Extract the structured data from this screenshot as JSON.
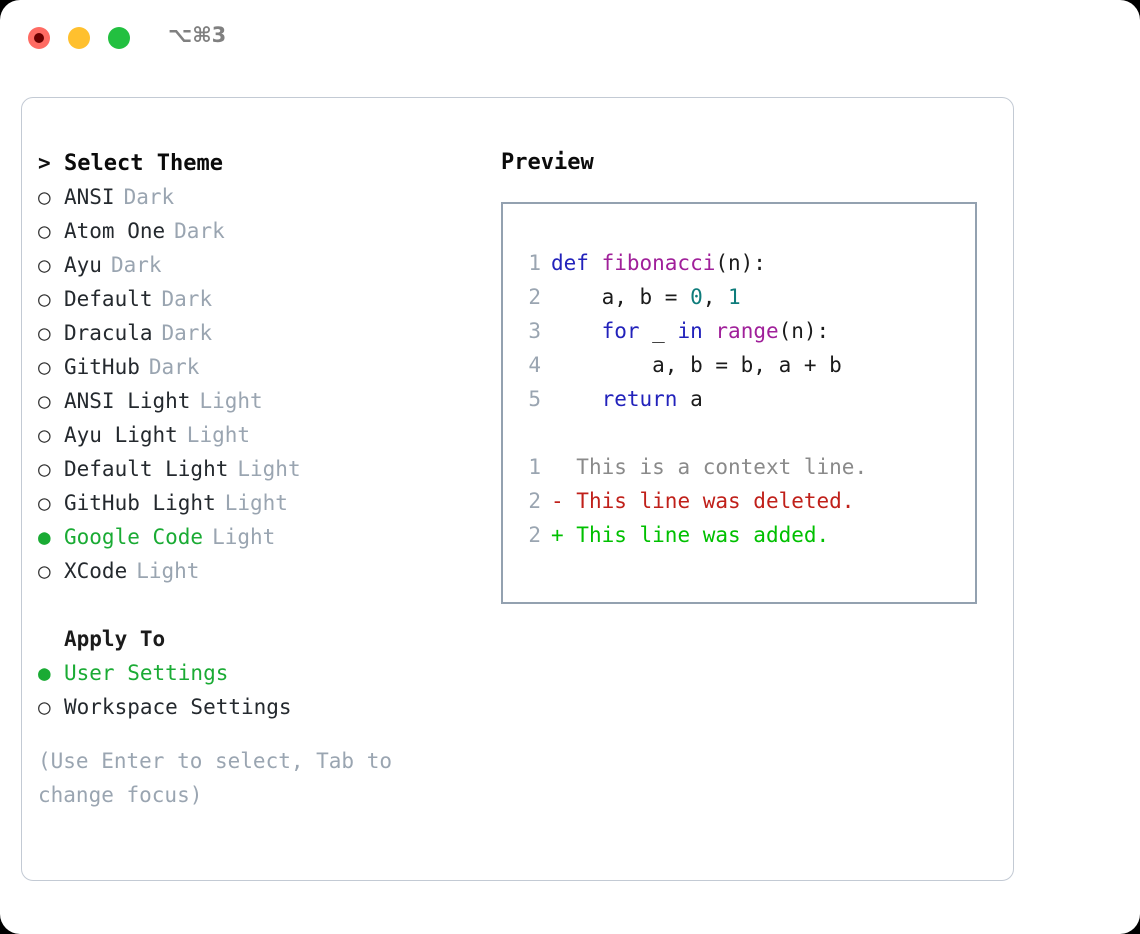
{
  "titlebar": {
    "shortcut": "⌥⌘3",
    "buttons": [
      {
        "name": "close",
        "color": "#ff6b63"
      },
      {
        "name": "minimize",
        "color": "#ffc02e"
      },
      {
        "name": "maximize",
        "color": "#22c040"
      }
    ]
  },
  "theme_picker": {
    "header_marker": ">",
    "header": "Select Theme",
    "marker_unselected": "○",
    "marker_selected": "●",
    "items": [
      {
        "marker": "○",
        "name": "ANSI",
        "variant": "Dark",
        "selected": false
      },
      {
        "marker": "○",
        "name": "Atom One",
        "variant": "Dark",
        "selected": false
      },
      {
        "marker": "○",
        "name": "Ayu",
        "variant": "Dark",
        "selected": false
      },
      {
        "marker": "○",
        "name": "Default",
        "variant": "Dark",
        "selected": false
      },
      {
        "marker": "○",
        "name": "Dracula",
        "variant": "Dark",
        "selected": false
      },
      {
        "marker": "○",
        "name": "GitHub",
        "variant": "Dark",
        "selected": false
      },
      {
        "marker": "○",
        "name": "ANSI Light",
        "variant": "Light",
        "selected": false
      },
      {
        "marker": "○",
        "name": "Ayu Light",
        "variant": "Light",
        "selected": false
      },
      {
        "marker": "○",
        "name": "Default Light",
        "variant": "Light",
        "selected": false
      },
      {
        "marker": "○",
        "name": "GitHub Light",
        "variant": "Light",
        "selected": false
      },
      {
        "marker": "●",
        "name": "Google Code",
        "variant": "Light",
        "selected": true
      },
      {
        "marker": "○",
        "name": "XCode",
        "variant": "Light",
        "selected": false
      }
    ]
  },
  "apply_to": {
    "title": "Apply To",
    "items": [
      {
        "marker": "●",
        "name": "User Settings",
        "selected": true
      },
      {
        "marker": "○",
        "name": "Workspace Settings",
        "selected": false
      }
    ]
  },
  "hint": "(Use Enter to select, Tab to change focus)",
  "preview": {
    "title": "Preview",
    "code": [
      {
        "ln": "1",
        "tokens": [
          {
            "t": "def ",
            "c": "kw"
          },
          {
            "t": "fibonacci",
            "c": "fn"
          },
          {
            "t": "(n):",
            "c": "pln"
          }
        ]
      },
      {
        "ln": "2",
        "tokens": [
          {
            "t": "    a, b = ",
            "c": "pln"
          },
          {
            "t": "0",
            "c": "num"
          },
          {
            "t": ", ",
            "c": "pln"
          },
          {
            "t": "1",
            "c": "num"
          }
        ]
      },
      {
        "ln": "3",
        "tokens": [
          {
            "t": "    ",
            "c": "pln"
          },
          {
            "t": "for",
            "c": "kw"
          },
          {
            "t": " _ ",
            "c": "pln"
          },
          {
            "t": "in",
            "c": "kw"
          },
          {
            "t": " ",
            "c": "pln"
          },
          {
            "t": "range",
            "c": "fn"
          },
          {
            "t": "(n):",
            "c": "pln"
          }
        ]
      },
      {
        "ln": "4",
        "tokens": [
          {
            "t": "        a, b = b, a + b",
            "c": "pln"
          }
        ]
      },
      {
        "ln": "5",
        "tokens": [
          {
            "t": "    ",
            "c": "pln"
          },
          {
            "t": "return",
            "c": "kw"
          },
          {
            "t": " a",
            "c": "pln"
          }
        ]
      }
    ],
    "diff": [
      {
        "ln": "1",
        "sign": " ",
        "text": "This is a context line.",
        "kind": "ctx"
      },
      {
        "ln": "2",
        "sign": "-",
        "text": "This line was deleted.",
        "kind": "del"
      },
      {
        "ln": "2",
        "sign": "+",
        "text": "This line was added.",
        "kind": "add"
      }
    ]
  },
  "colors": {
    "accent_green": "#1aab34",
    "muted": "#9aa5b1",
    "keyword": "#2222bb",
    "function": "#a0209a",
    "number": "#0e7c7b",
    "diff_deleted": "#c0201a",
    "diff_added": "#00c000",
    "border": "#93a1b0"
  }
}
